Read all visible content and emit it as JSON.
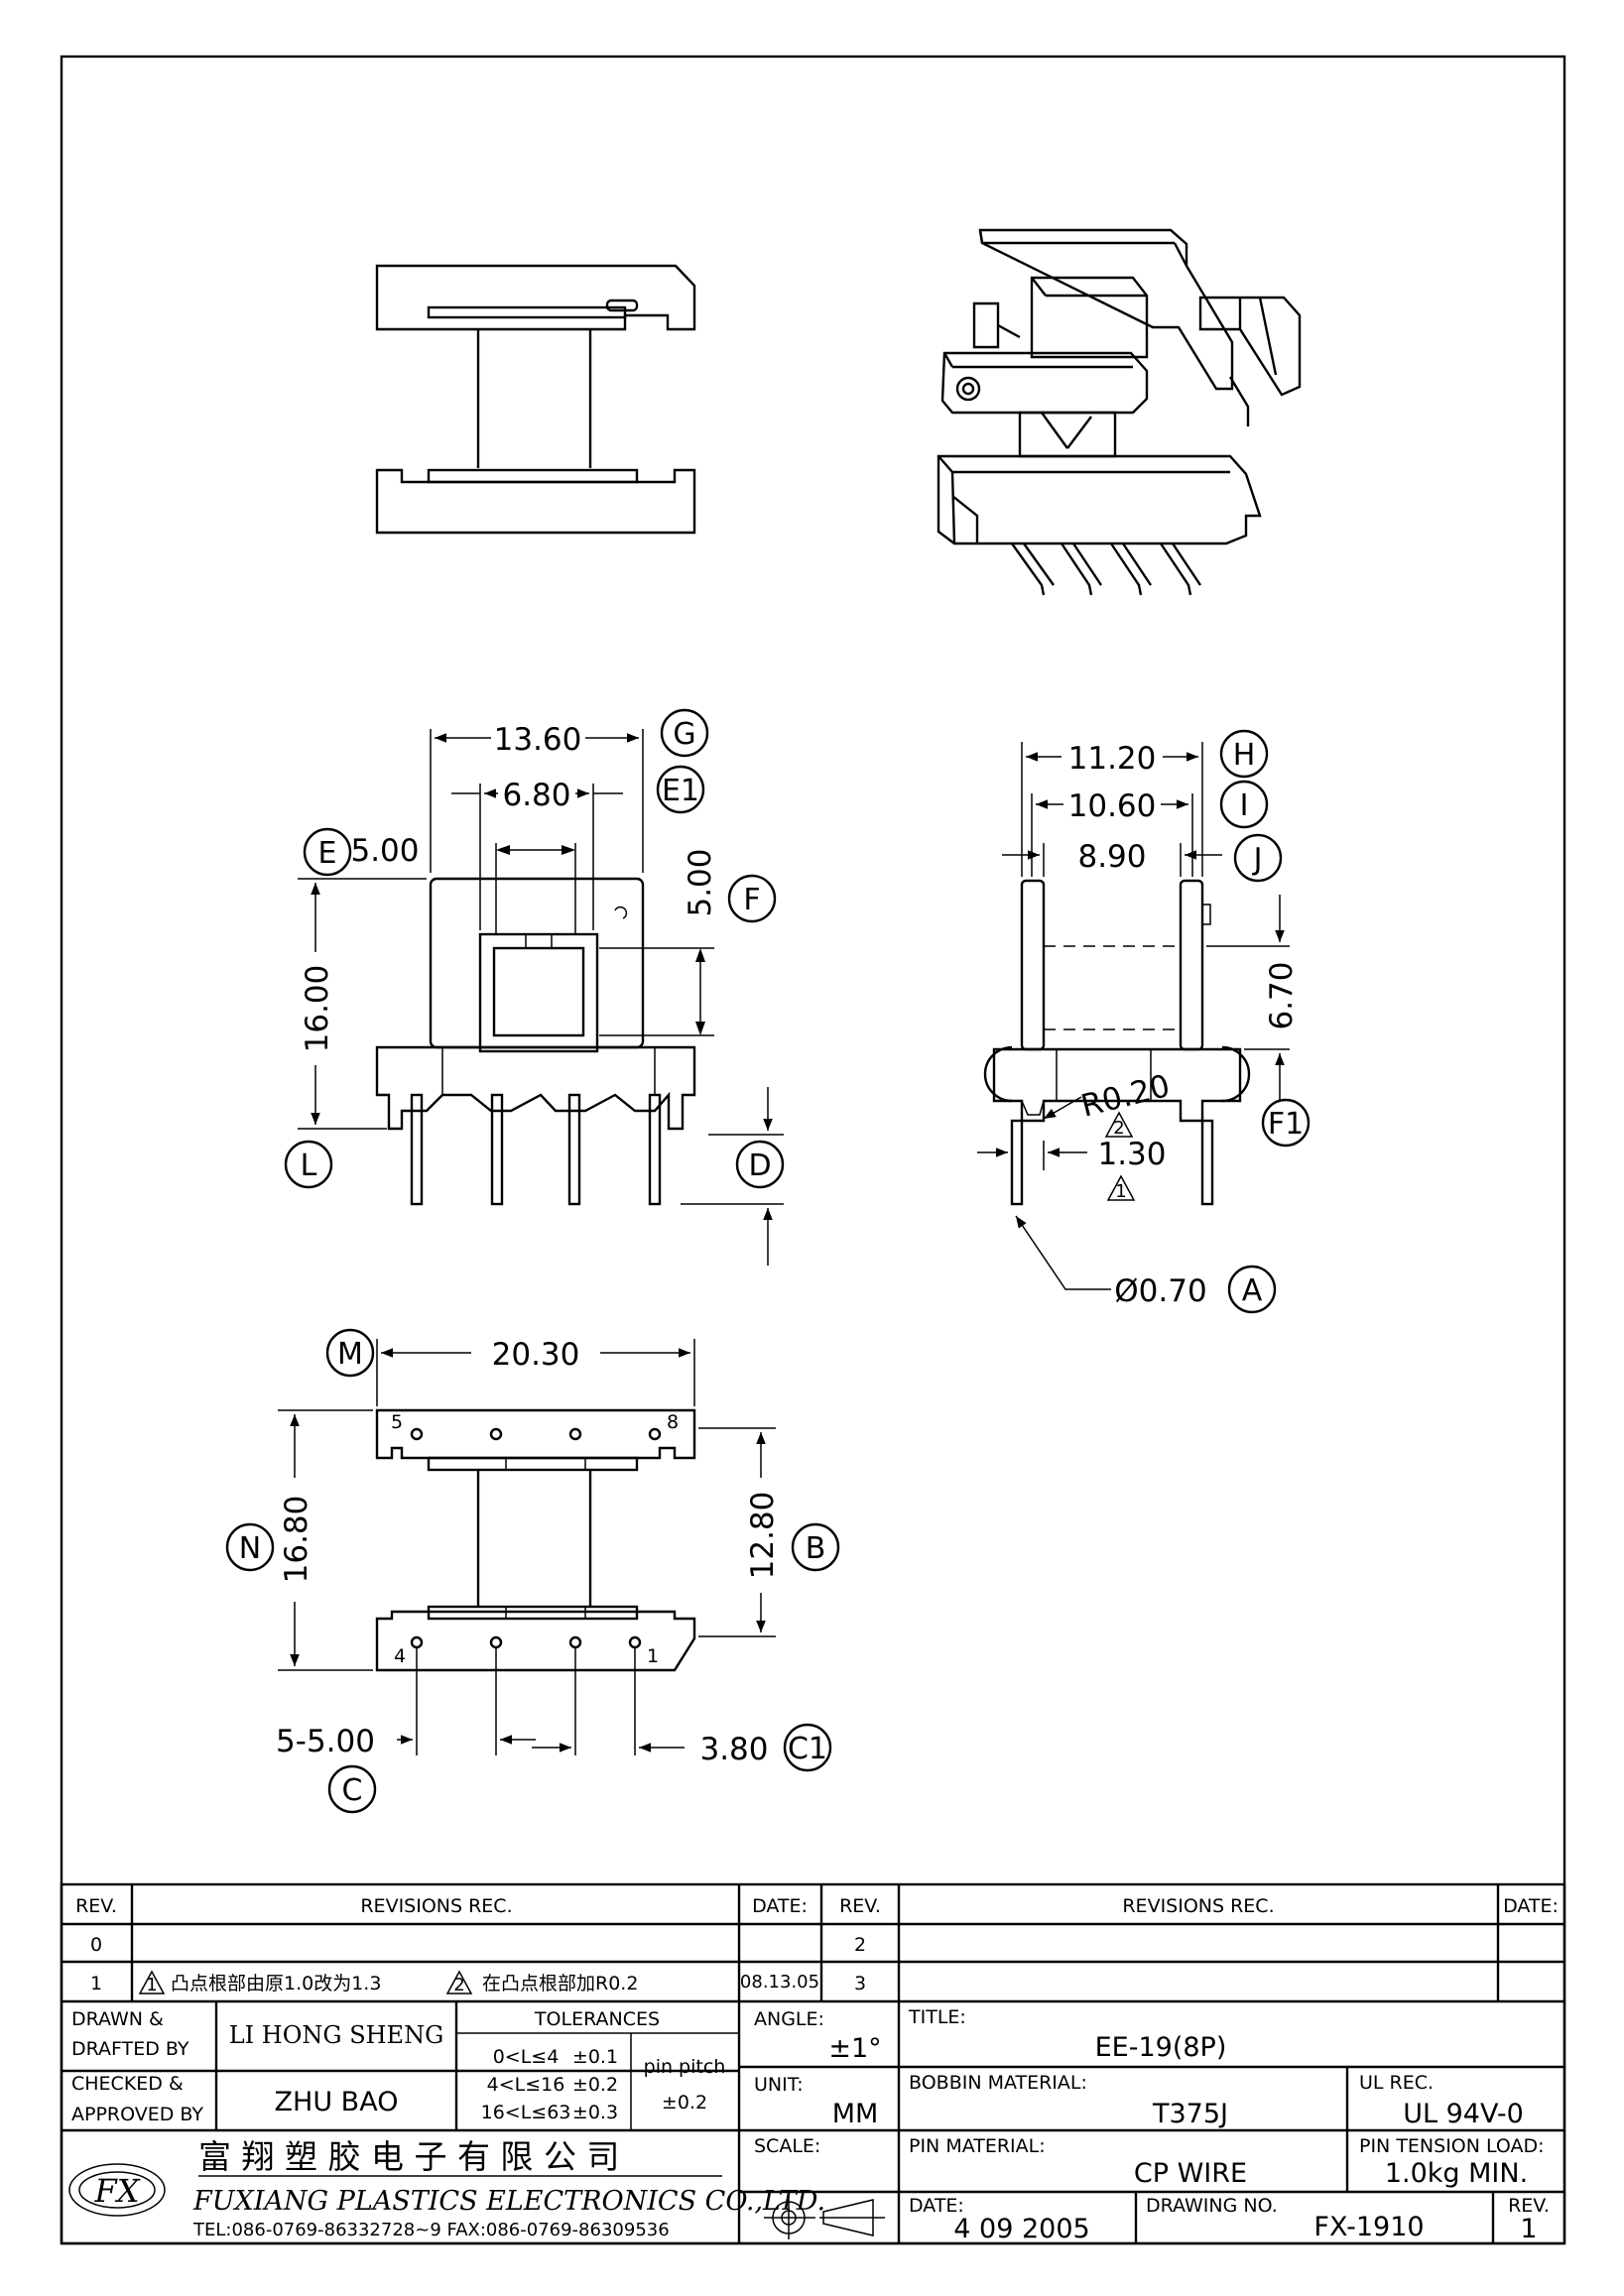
{
  "views": {
    "front": {
      "dims": {
        "width": "13.60",
        "window": "6.80",
        "pin_offset": "5.00",
        "height": "16.00",
        "upper": "5.00"
      },
      "callouts": {
        "g": "G",
        "e1": "E1",
        "e": "E",
        "f": "F",
        "l": "L",
        "d": "D"
      }
    },
    "side": {
      "dims": {
        "h": "11.20",
        "i": "10.60",
        "j": "8.90",
        "core": "6.70",
        "radius": "R0.20",
        "pin_gap": "1.30",
        "pin_dia": "Ø0.70"
      },
      "callouts": {
        "h": "H",
        "i": "I",
        "j": "J",
        "f1": "F1",
        "a": "A"
      },
      "rev_marks": {
        "r2": "2",
        "r1": "1"
      }
    },
    "bottom": {
      "dims": {
        "width": "20.30",
        "height": "16.80",
        "inner": "12.80",
        "pitch": "5-5.00",
        "offset": "3.80"
      },
      "callouts": {
        "m": "M",
        "n": "N",
        "b": "B",
        "c": "C",
        "c1": "C1"
      },
      "pins": {
        "p5": "5",
        "p8": "8",
        "p4": "4",
        "p1": "1"
      }
    }
  },
  "title_block": {
    "rev_header": "REV.",
    "revisions_header": "REVISIONS   REC.",
    "date_header": "DATE:",
    "rows": [
      {
        "rev": "0",
        "text": "",
        "date": "",
        "rev2": "2",
        "text2": "",
        "date2": ""
      },
      {
        "rev": "1",
        "text": "凸点根部由原1.0改为1.3",
        "text_b": "在凸点根部加R0.2",
        "mark_a": "1",
        "mark_b": "2",
        "date": "08.13.05",
        "rev2": "3",
        "text2": "",
        "date2": ""
      }
    ],
    "drawn_label_1": "DRAWN  &",
    "drawn_label_2": "DRAFTED  BY",
    "drawn_value": "LI HONG SHENG",
    "checked_label_1": "CHECKED  &",
    "checked_label_2": "APPROVED  BY",
    "checked_value": "ZHU  BAO",
    "tolerances_header": "TOLERANCES",
    "tolerances": [
      {
        "range": "0<L≤4",
        "tol": "±0.1"
      },
      {
        "range": "4<L≤16",
        "tol": "±0.2"
      },
      {
        "range": "16<L≤63",
        "tol": "±0.3"
      }
    ],
    "pin_pitch_label": "pin  pitch",
    "pin_pitch_value": "±0.2",
    "angle_label": "ANGLE:",
    "angle_value": "±1°",
    "unit_label": "UNIT:",
    "unit_value": "MM",
    "scale_label": "SCALE:",
    "title_label": "TITLE:",
    "title_value": "EE-19(8P)",
    "bobbin_label": "BOBBIN  MATERIAL:",
    "bobbin_value": "T375J",
    "ul_label": "UL  REC.",
    "ul_value": "UL  94V-0",
    "pin_material_label": "PIN  MATERIAL:",
    "pin_material_value": "CP  WIRE",
    "pin_tension_label": "PIN  TENSION  LOAD:",
    "pin_tension_value": "1.0kg  MIN.",
    "date_label": "DATE:",
    "date_value": "4  09  2005",
    "drawing_no_label": "DRAWING  NO.",
    "drawing_no_value": "FX-1910",
    "rev_label": "REV.",
    "rev_value": "1",
    "company_cn": "富 翔 塑 胶 电 子 有 限 公 司",
    "company_en": "FUXIANG PLASTICS ELECTRONICS CO.,LTD.",
    "contact": "TEL:086-0769-86332728~9   FAX:086-0769-86309536",
    "logo_text": "FX"
  }
}
